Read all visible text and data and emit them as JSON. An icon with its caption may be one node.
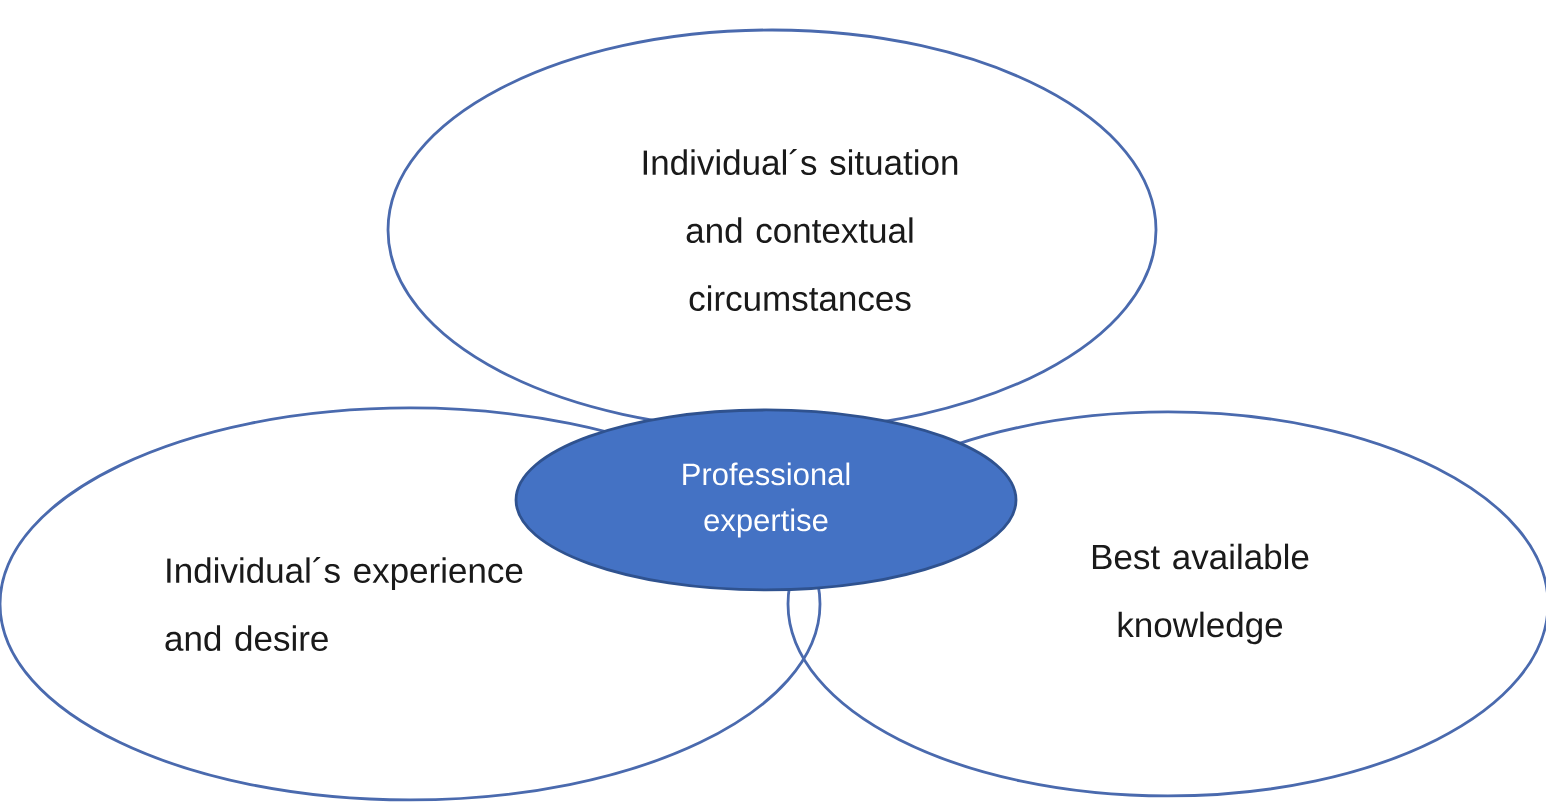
{
  "diagram": {
    "nodes": [
      {
        "text": [
          "Individual´s situation and contextual circumstances"
        ]
      },
      {
        "text": [
          "Professional expertise"
        ]
      },
      {
        "text": [
          "Individual´s experience and desire"
        ]
      },
      {
        "text": [
          "Best available knowledge"
        ]
      }
    ]
  }
}
